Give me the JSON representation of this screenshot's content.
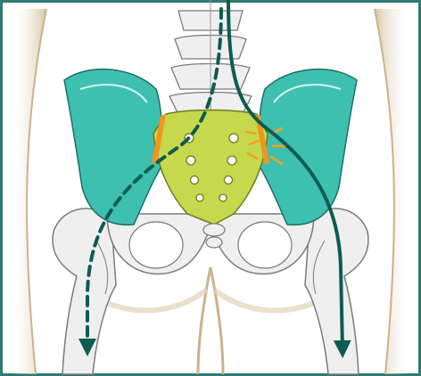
{
  "illustration": {
    "subject": "posterior-pelvis-sciatic-pain-pathways",
    "colors": {
      "frame": "#2f7a72",
      "skin": "#ffffff",
      "skin_shadow": "#d9c7a3",
      "bone": "#efefef",
      "bone_outline": "#7b7b7b",
      "ilium": "#3ec0b0",
      "sacrum": "#c6d84c",
      "si_joint": "#f0961f",
      "pain_rays": "#f6a21a",
      "nerve_path": "#0d5c52"
    },
    "paths": [
      {
        "style": "dashed",
        "side": "left"
      },
      {
        "style": "solid",
        "side": "right"
      }
    ]
  }
}
